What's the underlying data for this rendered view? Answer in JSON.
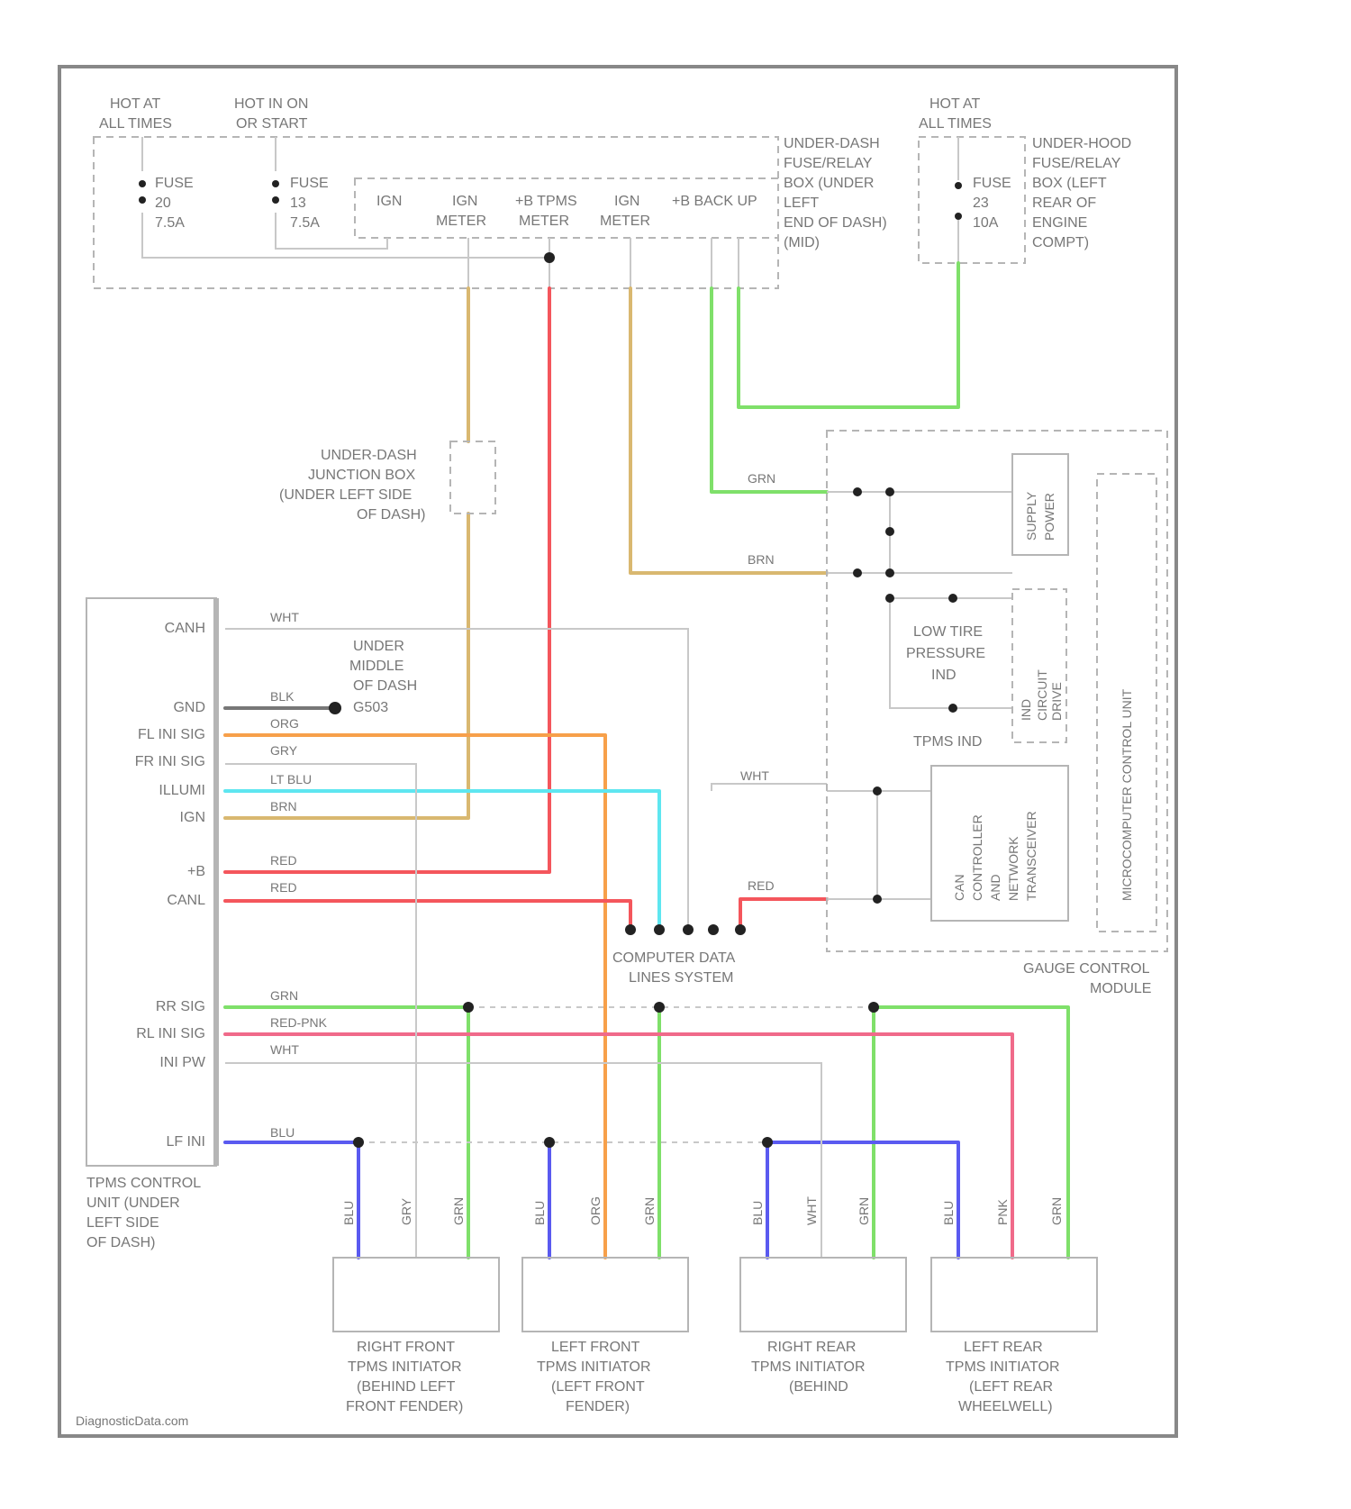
{
  "fuse_block": {
    "hot_all_times": [
      "HOT AT",
      "ALL TIMES"
    ],
    "hot_run": [
      "HOT IN ON",
      "OR START"
    ],
    "fuse_a": [
      "FUSE",
      "20",
      "7.5A"
    ],
    "fuse_b": [
      "FUSE",
      "13",
      "7.5A"
    ],
    "meter_labels": [
      "IGN",
      "IGN",
      "+B TPMS",
      "IGN",
      "+B BACK UP"
    ],
    "meter_sub": [
      "",
      "METER",
      "METER",
      "METER",
      ""
    ],
    "box_label": [
      "UNDER-DASH",
      "FUSE/RELAY",
      "BOX (UNDER",
      "LEFT",
      "END OF DASH)",
      "(MID)"
    ]
  },
  "underhood": {
    "hot_all_times": [
      "HOT AT",
      "ALL TIMES"
    ],
    "fuse": [
      "FUSE",
      "23",
      "10A"
    ],
    "box_label": [
      "UNDER-HOOD",
      "FUSE/RELAY",
      "BOX (LEFT",
      "REAR OF",
      "ENGINE",
      "COMPT)"
    ]
  },
  "junction": [
    "UNDER-DASH",
    "JUNCTION BOX",
    "(UNDER LEFT SIDE",
    "OF DASH)"
  ],
  "ground_label": [
    "UNDER",
    "MIDDLE",
    "OF DASH",
    "G503"
  ],
  "tpms_unit": {
    "pins": [
      "CANH",
      "GND",
      "FL INI SIG",
      "FR INI SIG",
      "ILLUMI",
      "IGN",
      "+B",
      "CANL",
      "RR SIG",
      "RL INI SIG",
      "INI PW",
      "LF INI"
    ],
    "label": [
      "TPMS CONTROL",
      "UNIT (UNDER",
      "LEFT SIDE",
      "OF DASH)"
    ],
    "wire_colors": [
      "WHT",
      "BLK",
      "ORG",
      "GRY",
      "LT BLU",
      "BRN",
      "RED",
      "RED",
      "GRN",
      "RED-PNK",
      "WHT",
      "BLU"
    ]
  },
  "gauge_module": {
    "label": [
      "GAUGE CONTROL",
      "MODULE"
    ],
    "low_tire": [
      "LOW TIRE",
      "PRESSURE",
      "IND"
    ],
    "tpms_ind": "TPMS IND",
    "supply": [
      "SUPPLY",
      "POWER"
    ],
    "ind_ckt": [
      "IND",
      "CIRCUIT",
      "DRIVE"
    ],
    "comm": [
      "CAN",
      "CONTROLLER",
      "AND",
      "NETWORK",
      "TRANSCEIVER"
    ],
    "cpu": "MICROCOMPUTER CONTROL UNIT",
    "wire_labels": [
      "GRN",
      "BRN",
      "WHT",
      "RED"
    ]
  },
  "data_link": [
    "COMPUTER DATA",
    "LINES SYSTEM"
  ],
  "initiators": [
    {
      "label": [
        "RIGHT FRONT",
        "TPMS INITIATOR",
        "(BEHIND LEFT",
        "FRONT FENDER)"
      ],
      "wires": [
        "BLU",
        "GRY",
        "GRN"
      ]
    },
    {
      "label": [
        "LEFT FRONT",
        "TPMS INITIATOR",
        "(LEFT FRONT",
        "FENDER)"
      ],
      "wires": [
        "BLU",
        "ORG",
        "GRN"
      ]
    },
    {
      "label": [
        "RIGHT REAR",
        "TPMS INITIATOR",
        "(BEHIND"
      ],
      "wires": [
        "BLU",
        "WHT",
        "GRN"
      ]
    },
    {
      "label": [
        "LEFT REAR",
        "TPMS INITIATOR",
        "(LEFT REAR",
        "WHEELWELL)"
      ],
      "wires": [
        "BLU",
        "PNK",
        "GRN"
      ]
    }
  ],
  "colors": {
    "orange": "#f7a04a",
    "tan": "#d9b870",
    "red": "#f4565c",
    "pink": "#f06a8a",
    "green": "#7fe06a",
    "cyan": "#5ee6f0",
    "blue": "#5a5af0",
    "gray": "#c8c8c8"
  },
  "footer": "DiagnosticData.com"
}
